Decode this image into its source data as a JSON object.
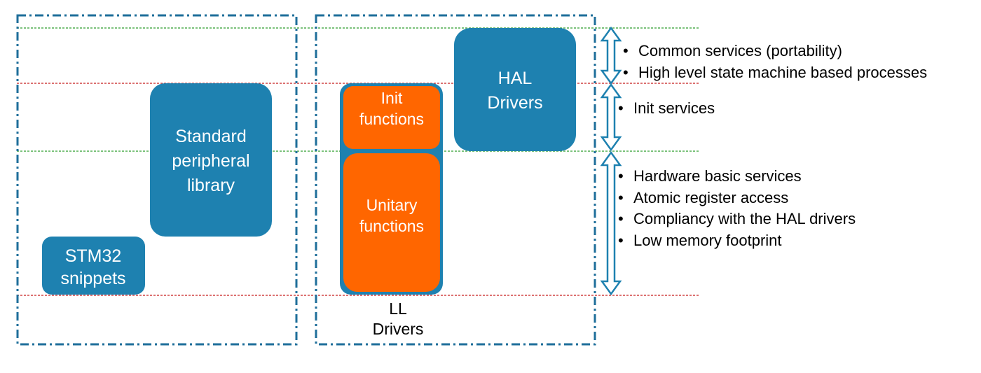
{
  "colors": {
    "blue": "#1E81B0",
    "orange": "#FF6600",
    "frame": "#1E6E9A",
    "green_guide": "#2E9E2E",
    "red_guide": "#C81E1E",
    "arrow": "#1E81B0"
  },
  "boxes": {
    "standard_peripheral_library": {
      "lines": [
        "Standard",
        "peripheral",
        "library"
      ]
    },
    "stm32_snippets": {
      "lines": [
        "STM32",
        "snippets"
      ]
    },
    "init_functions": {
      "lines": [
        "Init",
        "functions"
      ]
    },
    "unitary_functions": {
      "lines": [
        "Unitary",
        "functions"
      ]
    },
    "hal_drivers": {
      "lines": [
        "HAL",
        "Drivers"
      ]
    }
  },
  "ll_drivers_caption": {
    "lines": [
      "LL",
      "Drivers"
    ]
  },
  "annotations": {
    "common": {
      "bullet": "•",
      "items": [
        "Common services (portability)",
        "High level state machine based processes"
      ]
    },
    "init": {
      "bullet": "•",
      "items": [
        "Init services"
      ]
    },
    "hardware": {
      "bullet": "•",
      "items": [
        "Hardware basic services",
        "Atomic register access",
        "Compliancy with the HAL drivers",
        "Low memory footprint"
      ]
    }
  }
}
